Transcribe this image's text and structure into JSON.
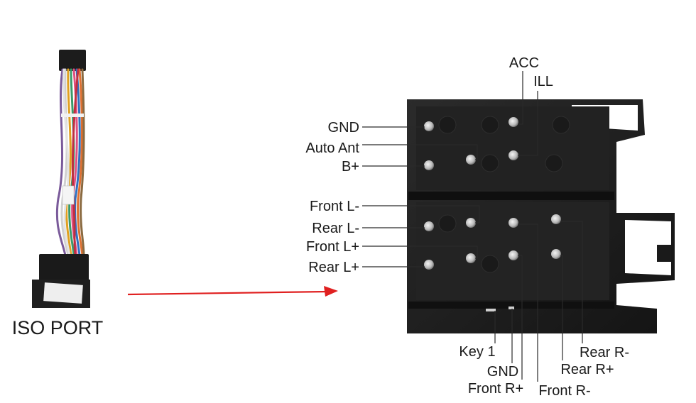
{
  "port_label": "ISO PORT",
  "pins": {
    "acc": "ACC",
    "ill": "ILL",
    "gnd_top": "GND",
    "auto_ant": "Auto Ant",
    "b_plus": "B+",
    "front_l_minus": "Front L-",
    "rear_l_minus": "Rear L-",
    "front_l_plus": "Front L+",
    "rear_l_plus": "Rear L+",
    "key1": "Key 1",
    "gnd_bottom": "GND",
    "front_r_plus": "Front R+",
    "front_r_minus": "Front R-",
    "rear_r_minus": "Rear R-",
    "rear_r_plus": "Rear R+"
  },
  "arrow_color": "#e02020"
}
